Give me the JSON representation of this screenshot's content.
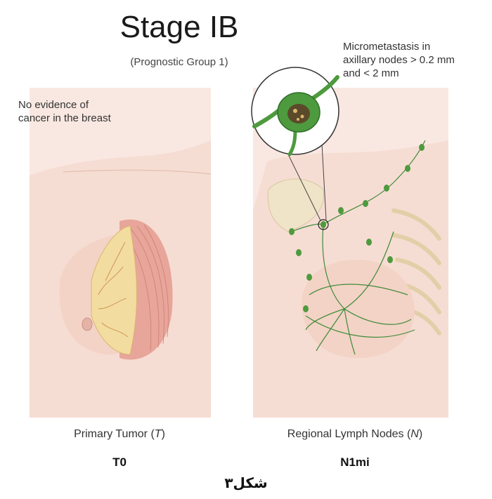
{
  "title": "Stage IB",
  "subtitle": "(Prognostic Group 1)",
  "left_panel": {
    "note_line1": "No evidence of",
    "note_line2": "cancer in the breast",
    "caption_text": "Primary Tumor (",
    "caption_var": "T",
    "caption_close": ")",
    "code": "T0"
  },
  "right_panel": {
    "note_line1": "Micrometastasis in",
    "note_line2": "axillary nodes > 0.2 mm",
    "note_line3": "and < 2 mm",
    "caption_text": "Regional Lymph Nodes (",
    "caption_var": "N",
    "caption_close": ")",
    "code": "N1mi"
  },
  "figure_label": "شکل۳",
  "colors": {
    "skin": "#f7ddd3",
    "skin_shadow": "#efc9bb",
    "muscle": "#e8a59a",
    "fat": "#f3dca0",
    "lymph": "#3f8a3a",
    "node": "#4e9a3e",
    "bone": "#efe3c8"
  }
}
